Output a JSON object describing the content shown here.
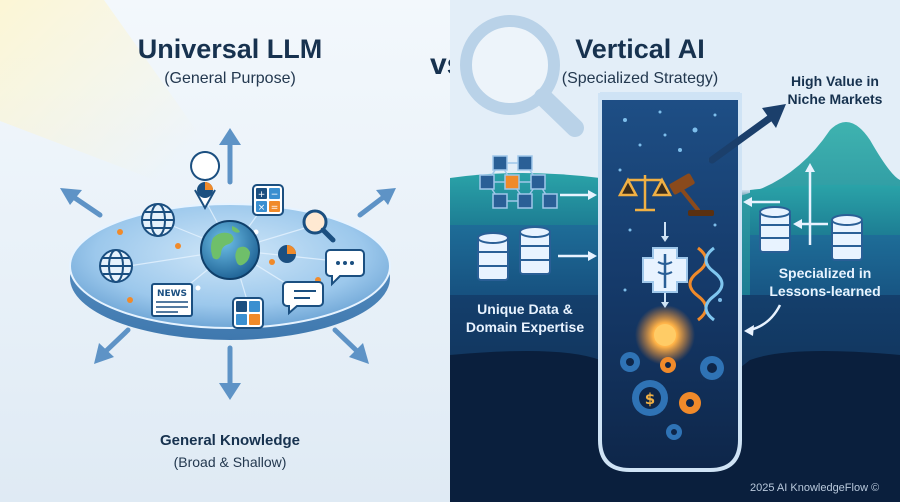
{
  "left": {
    "title": "Universal LLM",
    "subtitle": "(General Purpose)",
    "bottom_title": "General Knowledge",
    "bottom_subtitle": "(Broad & Shallow)",
    "news_label": "NEWS"
  },
  "vs_label": "vs",
  "right": {
    "title": "Vertical AI",
    "subtitle": "(Specialized Strategy)",
    "high_value_line1": "High Value in",
    "high_value_line2": "Niche Markets",
    "unique_line1": "Unique Data &",
    "unique_line2": "Domain Expertise",
    "specialized_line1": "Specialized in",
    "specialized_line2": "Lessons-learned",
    "dollar_symbol": "$"
  },
  "copyright": "2025 AI KnowledgeFlow ©",
  "colors": {
    "navy": "#17324f",
    "platform": "#9cc8ec",
    "accent_orange": "#f08a2a",
    "teal": "#1f8a9c",
    "deep_blue": "#0d2a4e"
  }
}
